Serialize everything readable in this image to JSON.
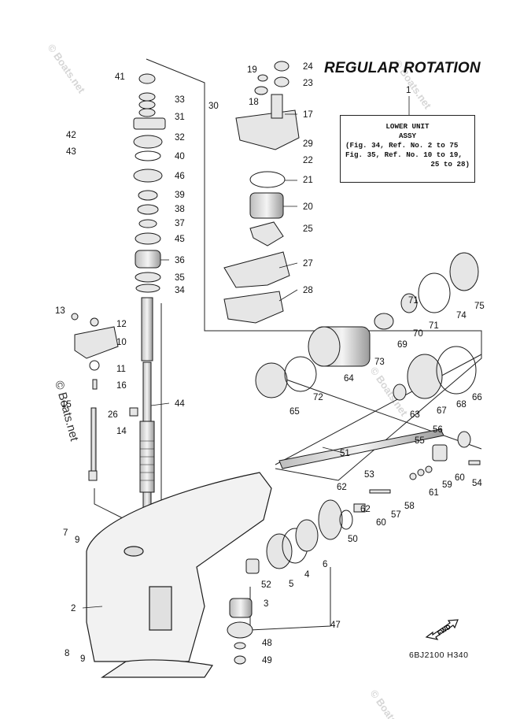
{
  "header": {
    "title": "REGULAR ROTATION"
  },
  "assembly_box": {
    "ref_number": "1",
    "lines": [
      "LOWER UNIT",
      "ASSY",
      "(Fig. 34, Ref. No. 2 to 75",
      "Fig. 35, Ref. No. 10 to 19,",
      "25 to 28)"
    ]
  },
  "footer": {
    "figure_code": "6BJ2100 H340",
    "fwd_label": "FWD"
  },
  "watermarks": [
    "© Boats.net",
    "© Boats.net",
    "© Boats.net",
    "© Boats.net"
  ],
  "callouts": [
    "1",
    "2",
    "3",
    "4",
    "5",
    "6",
    "7",
    "8",
    "9",
    "9",
    "10",
    "11",
    "12",
    "13",
    "14",
    "15",
    "16",
    "17",
    "18",
    "19",
    "20",
    "21",
    "22",
    "23",
    "24",
    "25",
    "26",
    "27",
    "28",
    "29",
    "30",
    "31",
    "32",
    "33",
    "34",
    "35",
    "36",
    "37",
    "38",
    "39",
    "40",
    "41",
    "42",
    "43",
    "44",
    "45",
    "46",
    "47",
    "48",
    "49",
    "50",
    "51",
    "52",
    "53",
    "54",
    "55",
    "56",
    "57",
    "58",
    "59",
    "60",
    "60",
    "61",
    "62",
    "62",
    "63",
    "64",
    "65",
    "66",
    "67",
    "68",
    "69",
    "70",
    "71",
    "71",
    "72",
    "73",
    "74",
    "75"
  ],
  "colors": {
    "line": "#1a1a1a",
    "part_fill": "#e6e6e6",
    "watermark": "#d2d2d2"
  }
}
